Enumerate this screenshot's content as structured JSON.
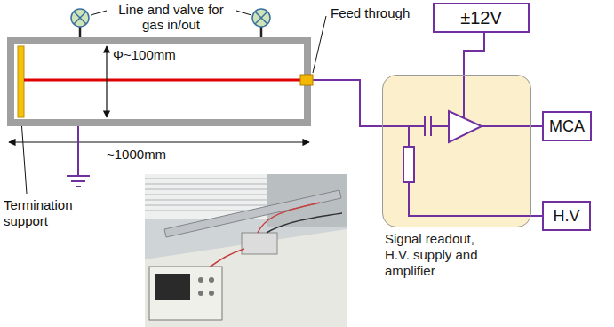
{
  "diagram": {
    "nodes": [
      {
        "text": [
          "Φ~100mm"
        ]
      },
      {
        "text": [
          "±12V"
        ]
      },
      {
        "text": [
          "Signal readout, H.V. supply and amplifier"
        ]
      },
      {
        "text": [
          "MCA"
        ]
      },
      {
        "text": [
          "H.V"
        ]
      }
    ],
    "edges": [
      {
        "from": 0,
        "to": 2,
        "arrow": "none"
      },
      {
        "from": 2,
        "to": 1,
        "arrow": "none"
      },
      {
        "from": 2,
        "to": 3,
        "arrow": "none"
      },
      {
        "from": 2,
        "to": 4,
        "arrow": "none"
      }
    ],
    "labels": [
      "Line and valve for gas in/out",
      "Feed through",
      "~1000mm",
      "Termination support"
    ]
  }
}
